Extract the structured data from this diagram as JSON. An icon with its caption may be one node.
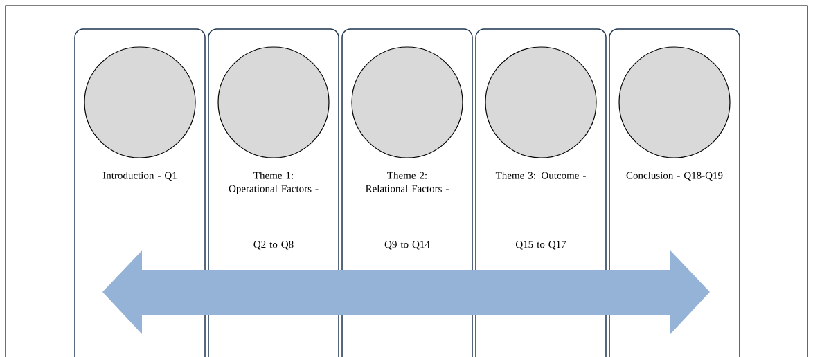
{
  "diagram": {
    "nodes": [
      {
        "text": [
          "Introduction - Q1"
        ]
      },
      {
        "text": [],
        "shape": "circle",
        "in": 0
      },
      {
        "text": [
          "Theme 1: Operational Factors -",
          "Q2 to Q8"
        ]
      },
      {
        "text": [],
        "shape": "circle",
        "in": 2
      },
      {
        "text": [
          "Theme 2: Relational Factors -",
          "Q9 to Q14"
        ]
      },
      {
        "text": [],
        "shape": "circle",
        "in": 4
      },
      {
        "text": [
          "Theme 3: Outcome -",
          "Q15 to Q17"
        ]
      },
      {
        "text": [],
        "shape": "circle",
        "in": 6
      },
      {
        "text": [
          "Conclusion - Q18-Q19"
        ]
      },
      {
        "text": [],
        "shape": "circle",
        "in": 8
      }
    ]
  }
}
